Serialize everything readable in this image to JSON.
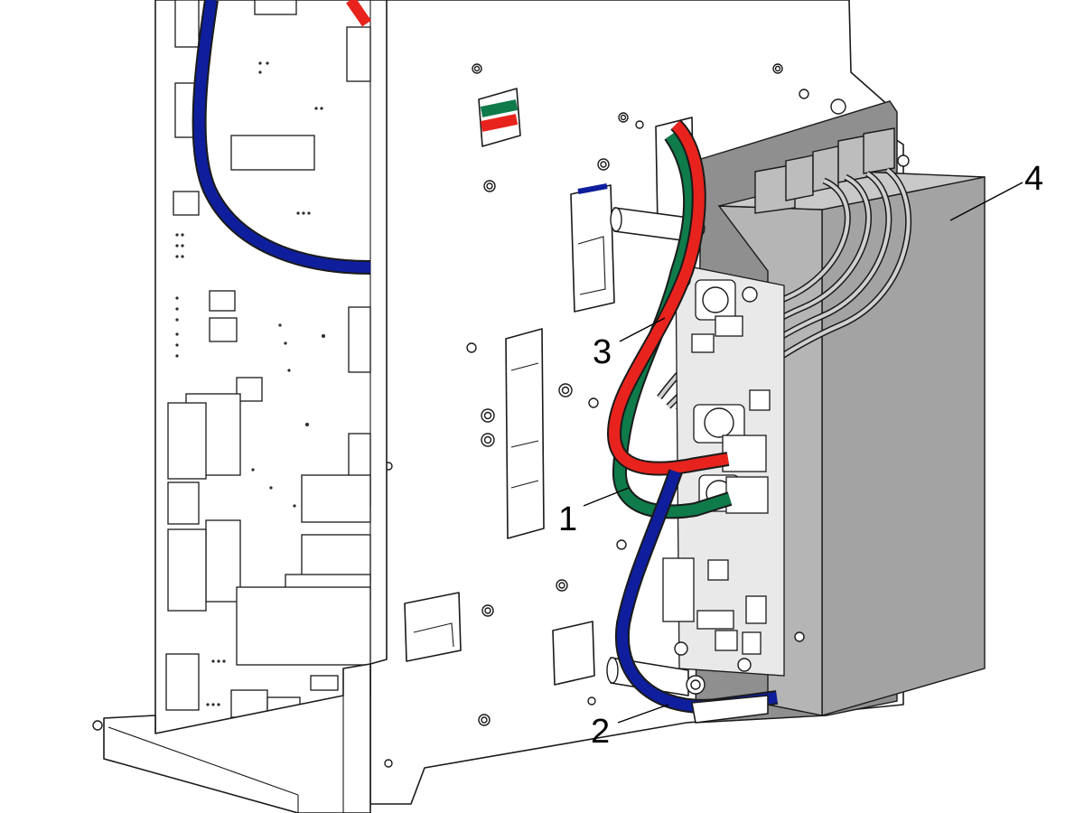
{
  "callouts": {
    "c1": "1",
    "c2": "2",
    "c3": "3",
    "c4": "4"
  },
  "colors": {
    "cable_red": "#e8231d",
    "cable_green": "#0f7a4a",
    "cable_blue": "#0f1e9c",
    "module_grey": "#9e9e9e",
    "module_grey_light": "#bdbdbd",
    "board_grey": "#e6e6e6"
  }
}
